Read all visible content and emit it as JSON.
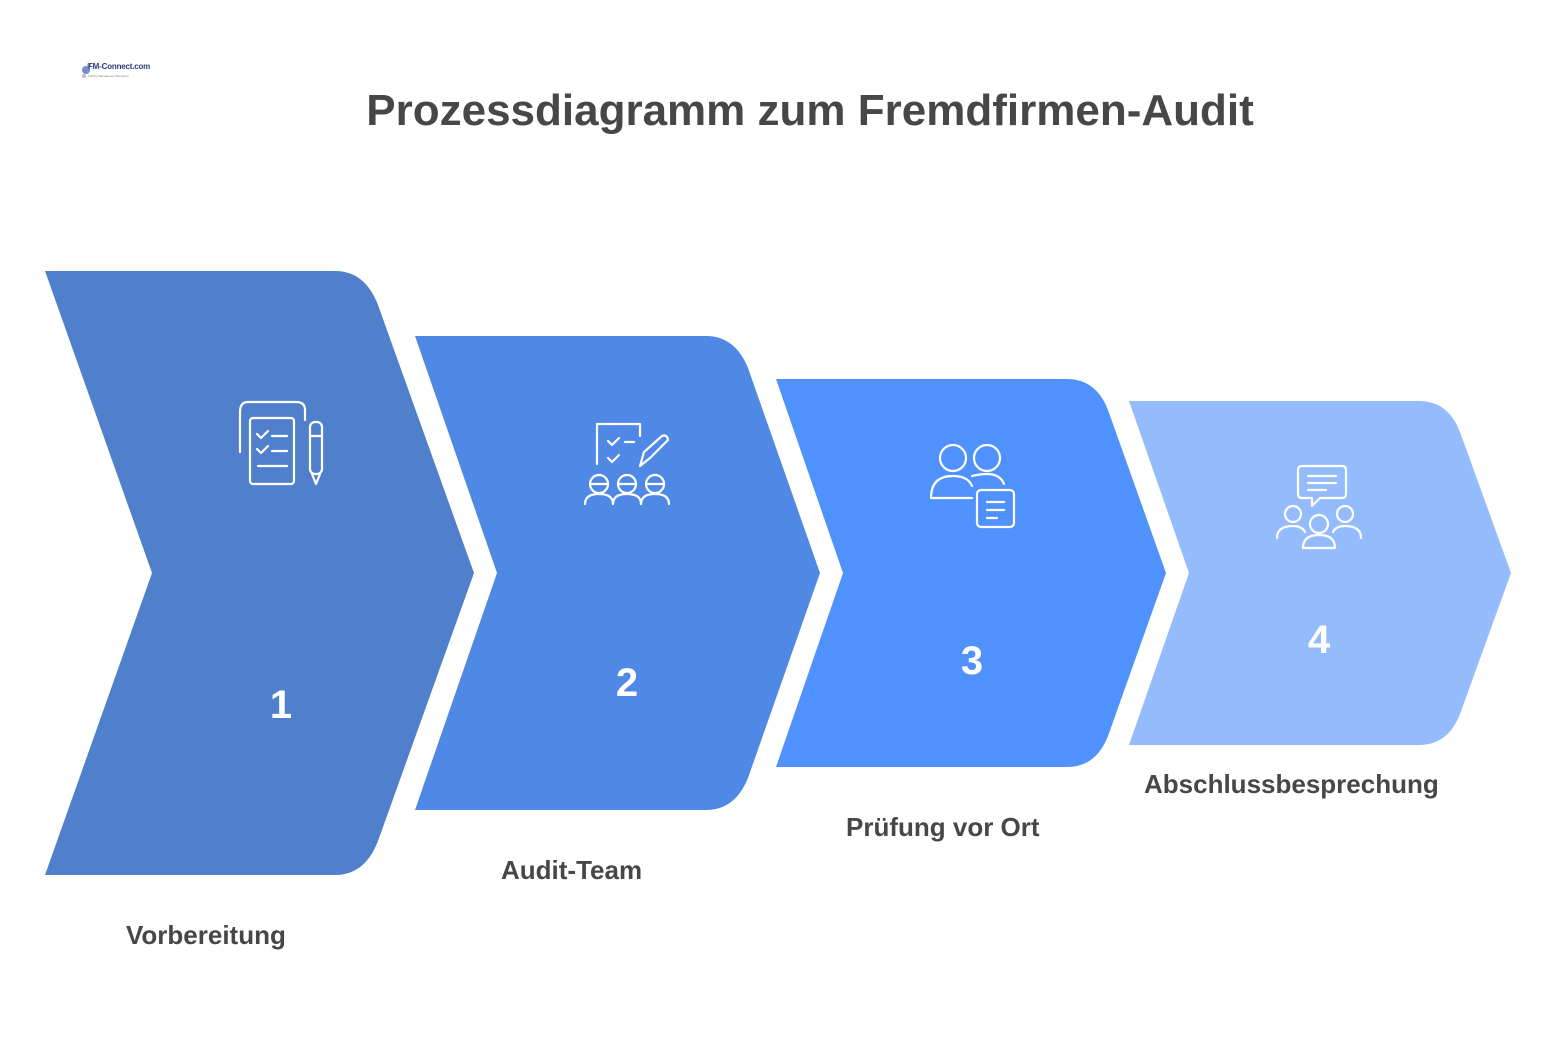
{
  "title": "Prozessdiagramm zum Fremdfirmen-Audit",
  "logo": {
    "text": "FM-Connect.com",
    "tagline": "Facility Management Beratung"
  },
  "steps": [
    {
      "number": "1",
      "label": "Vorbereitung",
      "color": "#5080cc",
      "icon": "clipboard-checklist-pen-icon"
    },
    {
      "number": "2",
      "label": "Audit-Team",
      "color": "#5088e6",
      "icon": "team-checklist-icon"
    },
    {
      "number": "3",
      "label": "Prüfung vor Ort",
      "color": "#5092fd",
      "icon": "people-document-icon"
    },
    {
      "number": "4",
      "label": "Abschlussbesprechung",
      "color": "#94bbfc",
      "icon": "group-speech-bubble-icon"
    }
  ]
}
